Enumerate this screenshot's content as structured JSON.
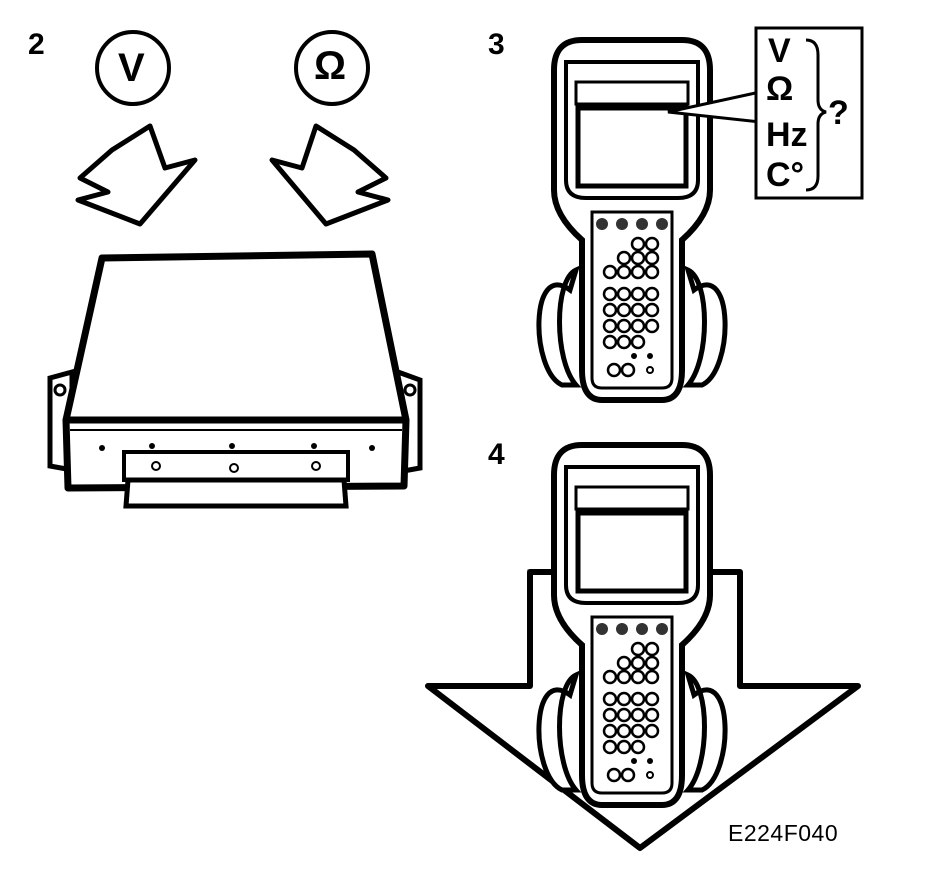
{
  "steps": {
    "step2": "2",
    "step3": "3",
    "step4": "4"
  },
  "meters": {
    "voltage": "V",
    "resistance": "Ω"
  },
  "callout": {
    "units": [
      "V",
      "Ω",
      "Hz",
      "C°"
    ],
    "question": "?"
  },
  "figure_code": "E224F040",
  "colors": {
    "ink": "#000000",
    "paper": "#ffffff"
  }
}
